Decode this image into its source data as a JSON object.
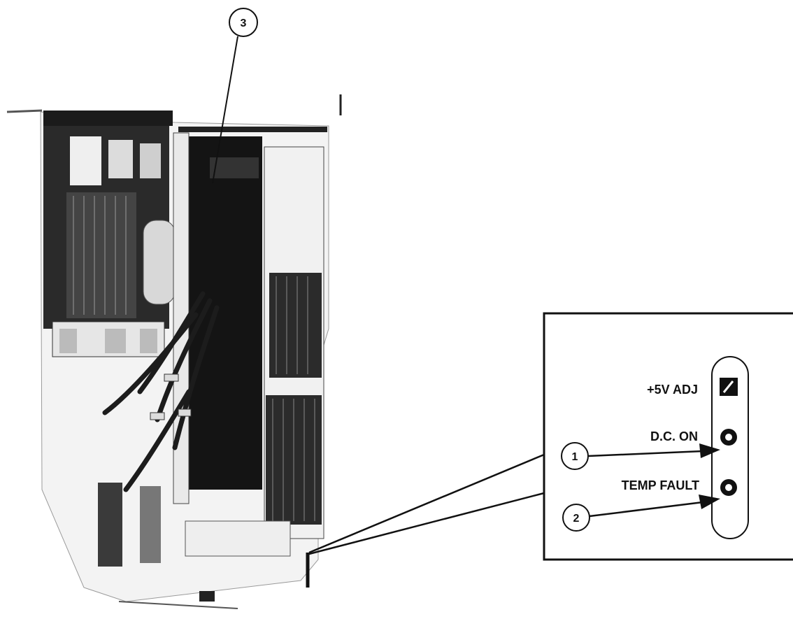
{
  "callouts": [
    {
      "id": "1",
      "label": "1"
    },
    {
      "id": "2",
      "label": "2"
    },
    {
      "id": "3",
      "label": "3"
    }
  ],
  "panel": {
    "adj_label": "+5V ADJ",
    "dc_on_label": "D.C. ON",
    "temp_fault_label": "TEMP FAULT"
  },
  "icons": {
    "adjust": "screwdriver-slot-icon",
    "indicator": "indicator-lamp-icon"
  },
  "colors": {
    "ink": "#111111",
    "paper": "#ffffff"
  }
}
